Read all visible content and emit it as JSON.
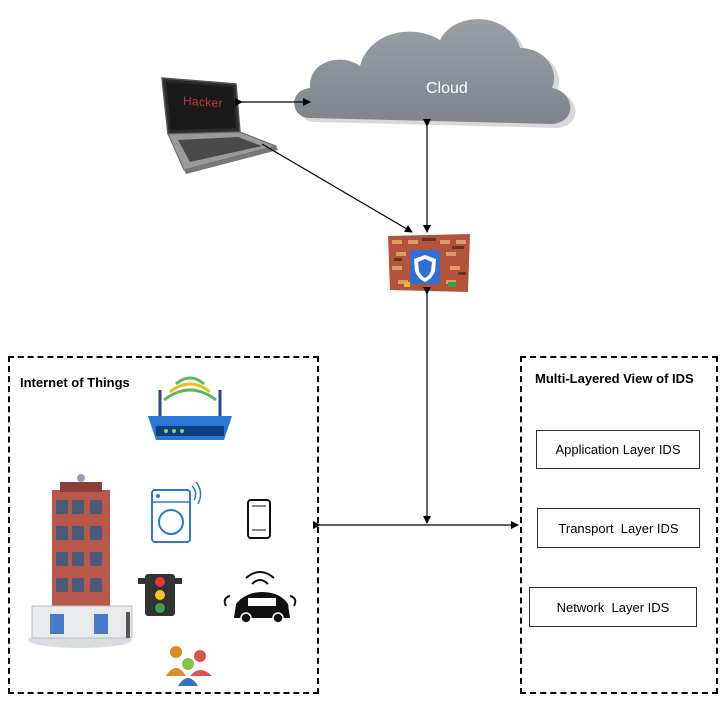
{
  "cloud": {
    "label": "Cloud"
  },
  "hacker": {
    "label": "Hacker"
  },
  "firewall": {
    "icon": "firewall-shield-icon"
  },
  "iot": {
    "title": "Internet of Things",
    "devices": [
      "router-icon",
      "smart-building-icon",
      "washing-machine-icon",
      "smartphone-icon",
      "traffic-light-icon",
      "connected-car-icon",
      "users-group-icon"
    ]
  },
  "ids": {
    "title": "Multi-Layered View of IDS",
    "layers": [
      "Application Layer IDS",
      "Transport  Layer IDS",
      "Network  Layer IDS"
    ]
  },
  "colors": {
    "cloud": "#8a8f99",
    "firewall_brick": "#b5533a",
    "shield": "#2e6fd8",
    "router": "#2a78d6"
  }
}
